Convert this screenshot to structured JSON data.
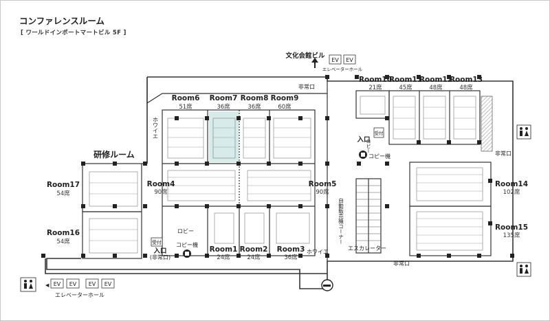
{
  "header": {
    "title": "コンファレンスルーム",
    "subtitle": "[ ワールドインポートマートビル 5F ]"
  },
  "labels": {
    "bunka": "文化会館ビル",
    "ev": "EV",
    "elevator_hall": "エレベーターホール",
    "hijoguchi": "非常口",
    "hoyer": "ホワイエ",
    "kensyu": "研修ルーム",
    "lobby": "ロビー",
    "copy": "コピー機",
    "uketsuke": "受付",
    "entrance": "入口",
    "entrance_sub": "(非常口)",
    "escalator": "エスカレーター",
    "vending": "自動販売機コーナー"
  },
  "rooms": {
    "room1": {
      "name": "Room1",
      "seats": "24席"
    },
    "room2": {
      "name": "Room2",
      "seats": "24席"
    },
    "room3": {
      "name": "Room3",
      "seats": "36席"
    },
    "room4": {
      "name": "Room4",
      "seats": "90席"
    },
    "room5": {
      "name": "Room5",
      "seats": "90席"
    },
    "room6": {
      "name": "Room6",
      "seats": "51席"
    },
    "room7": {
      "name": "Room7",
      "seats": "36席"
    },
    "room8": {
      "name": "Room8",
      "seats": "36席"
    },
    "room9": {
      "name": "Room9",
      "seats": "60席"
    },
    "room10": {
      "name": "Room10",
      "seats": "21席"
    },
    "room11": {
      "name": "Room11",
      "seats": "45席"
    },
    "room12": {
      "name": "Room12",
      "seats": "48席"
    },
    "room13": {
      "name": "Room13",
      "seats": "48席"
    },
    "room14": {
      "name": "Room14",
      "seats": "102席"
    },
    "room15": {
      "name": "Room15",
      "seats": "135席"
    },
    "room16": {
      "name": "Room16",
      "seats": "54席"
    },
    "room17": {
      "name": "Room17",
      "seats": "54席"
    }
  },
  "icons": {
    "toilet": "restroom-icon",
    "copier": "copier-icon",
    "arrow": "up-arrow-icon",
    "smoking": "smoking-icon"
  },
  "colors": {
    "room7_highlight": "#d7ecea",
    "pillar": "#222222",
    "wall": "#333333",
    "hatch": "#999999"
  }
}
